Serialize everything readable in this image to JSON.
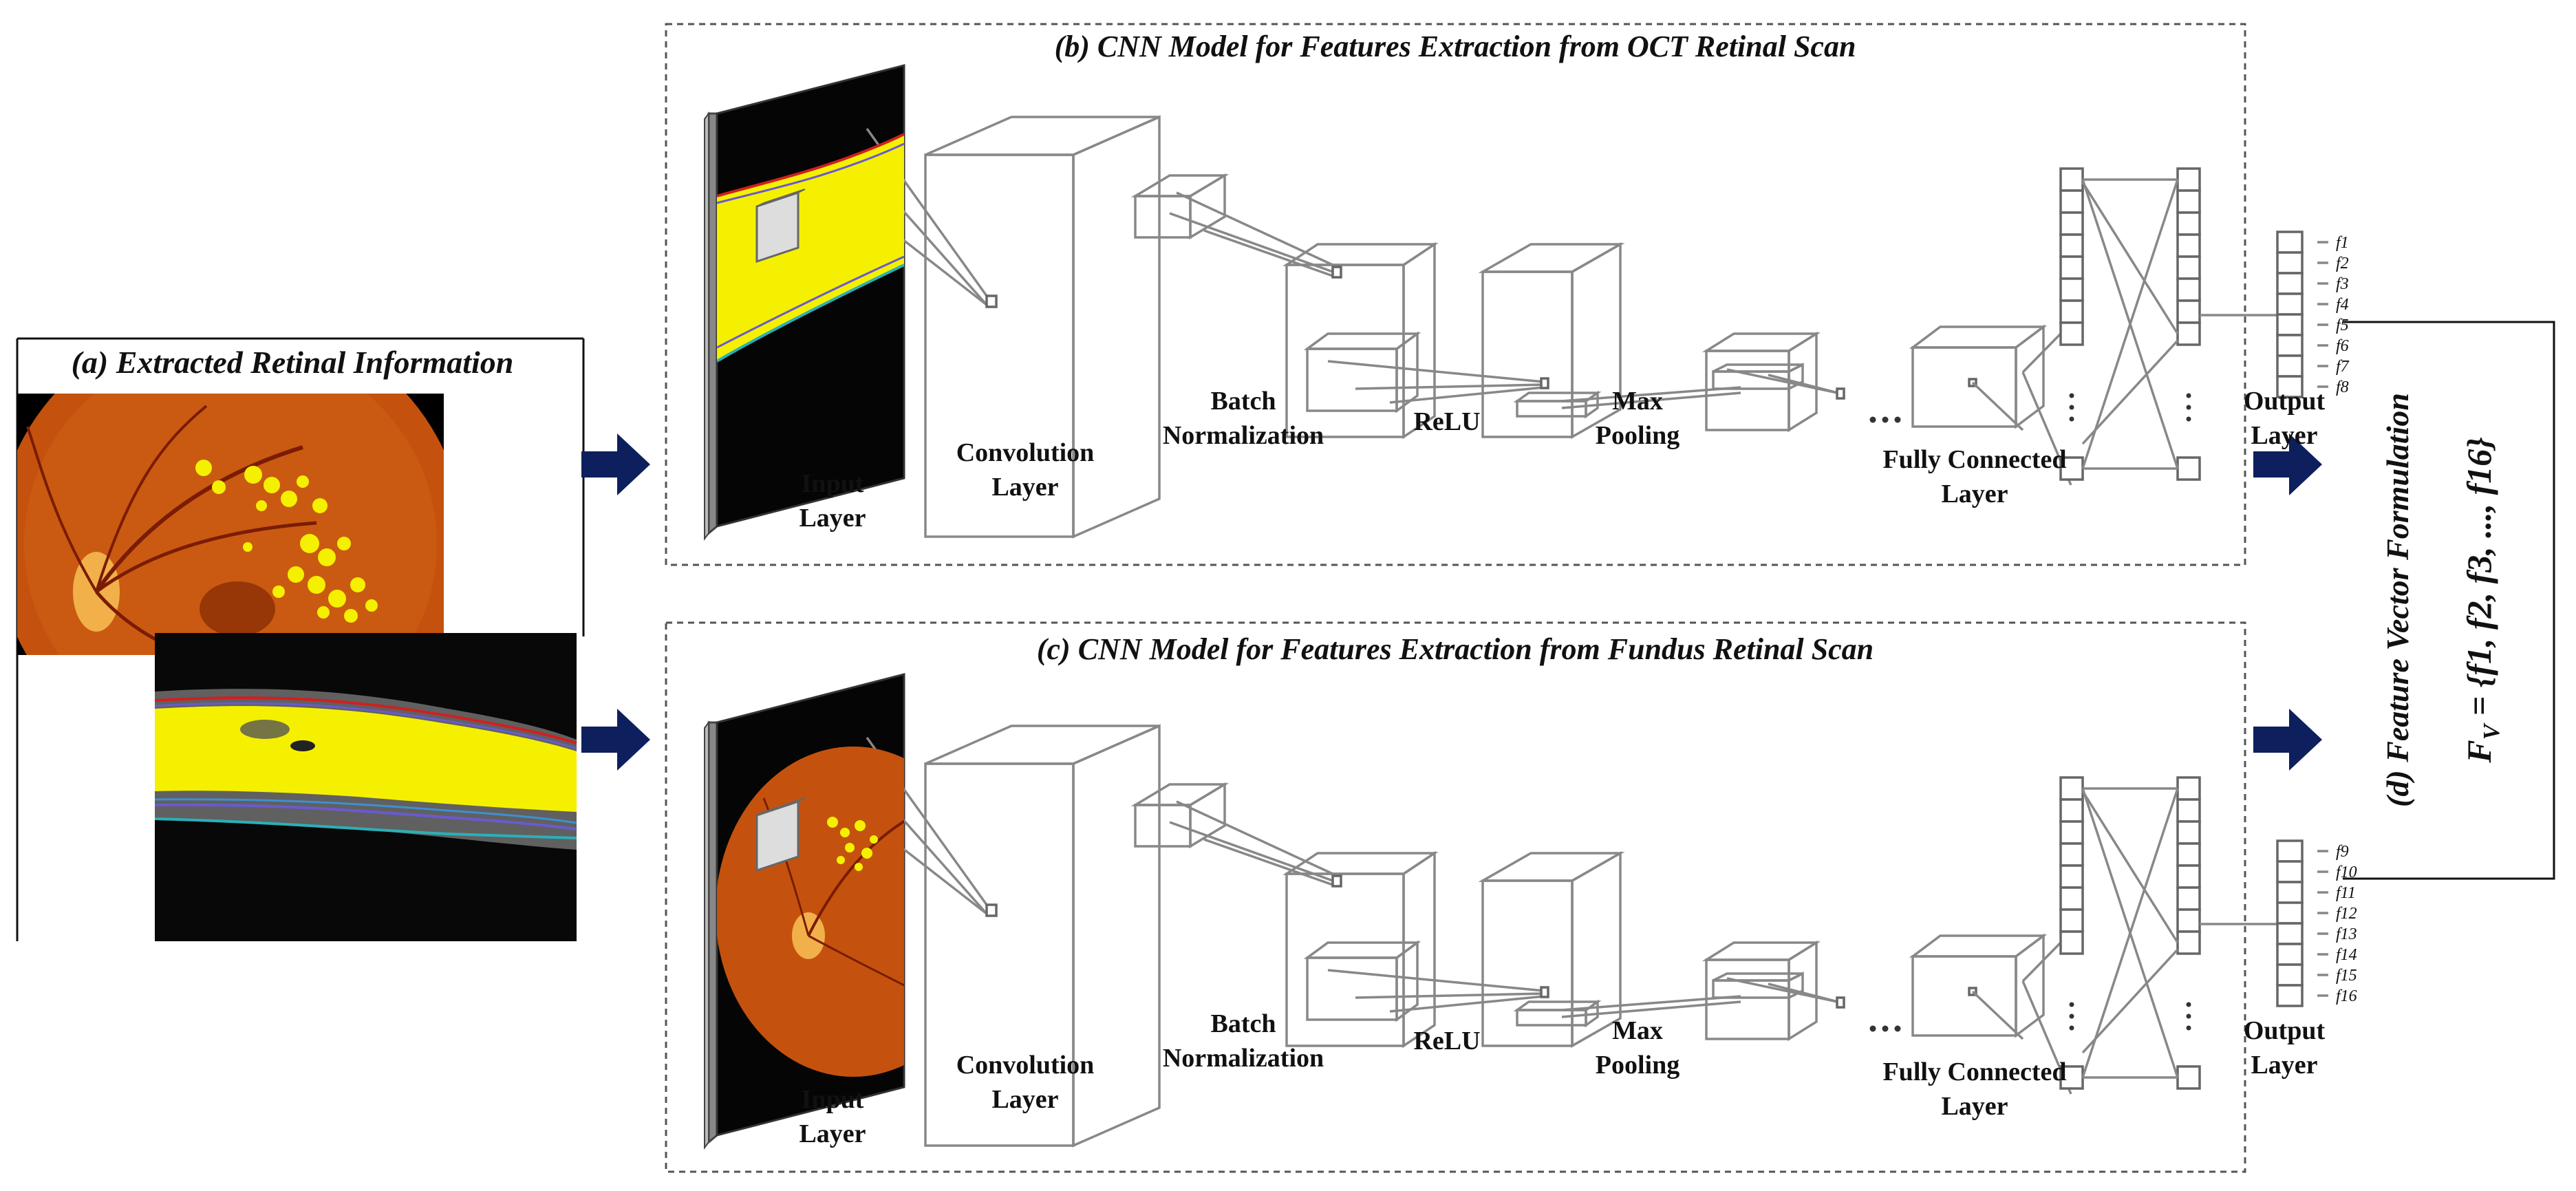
{
  "panel_a": {
    "title": "(a) Extracted Retinal Information"
  },
  "panel_b": {
    "title": "(b) CNN Model for Features Extraction from OCT Retinal Scan",
    "labels": {
      "input_1": "Input",
      "input_2": "Layer",
      "conv_1": "Convolution",
      "conv_2": "Layer",
      "bn_1": "Batch",
      "bn_2": "Normalization",
      "relu": "ReLU",
      "pool_1": "Max",
      "pool_2": "Pooling",
      "fc_1": "Fully Connected",
      "fc_2": "Layer",
      "out_1": "Output",
      "out_2": "Layer"
    },
    "features": [
      "f1",
      "f2",
      "f3",
      "f4",
      "f5",
      "f6",
      "f7",
      "f8"
    ]
  },
  "panel_c": {
    "title": "(c) CNN Model for Features Extraction from Fundus Retinal Scan",
    "labels": {
      "input_1": "Input",
      "input_2": "Layer",
      "conv_1": "Convolution",
      "conv_2": "Layer",
      "bn_1": "Batch",
      "bn_2": "Normalization",
      "relu": "ReLU",
      "pool_1": "Max",
      "pool_2": "Pooling",
      "fc_1": "Fully Connected",
      "fc_2": "Layer",
      "out_1": "Output",
      "out_2": "Layer"
    },
    "features": [
      "f9",
      "f10",
      "f11",
      "f12",
      "f13",
      "f14",
      "f15",
      "f16"
    ]
  },
  "panel_d": {
    "title": "(d) Feature Vector Formulation",
    "formula_lhs": "F",
    "formula_sub": "V",
    "formula_rhs": " = {f1, f2, f3, ..., f16}"
  },
  "colors": {
    "arrow": "#0d1f5c",
    "lesion": "#f5f000",
    "fundus": "#c4520e",
    "frame_dash": "#555555"
  },
  "icons": {
    "flow_arrow": "block-arrow-right",
    "ellipsis": "ellipsis"
  }
}
